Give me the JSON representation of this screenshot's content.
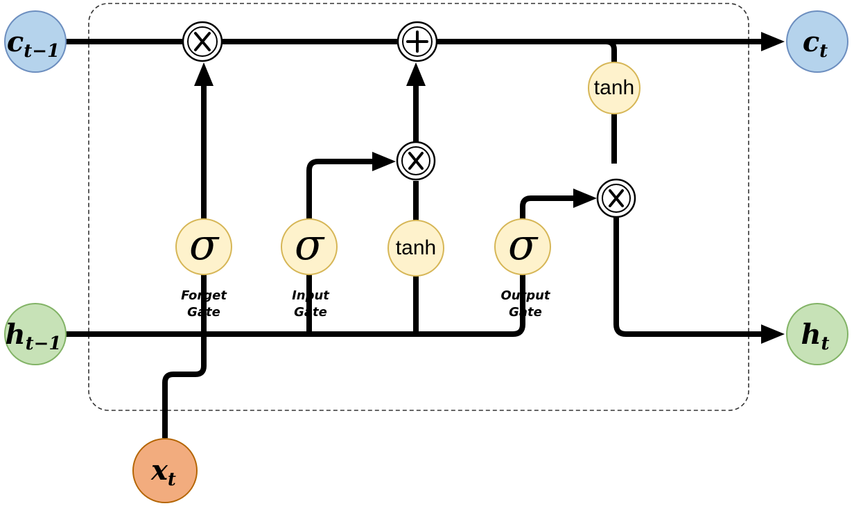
{
  "diagram": {
    "colors": {
      "cell_state": "#b5d3ec",
      "cell_state_stroke": "#6c8ebf",
      "hidden_state": "#c7e2b7",
      "hidden_state_stroke": "#82b366",
      "input": "#f2ac7e",
      "input_stroke": "#b46504",
      "activation": "#fef2cc",
      "activation_stroke": "#d6b656",
      "wire": "#000000"
    },
    "states": {
      "c_prev": {
        "base": "c",
        "sub": "t−1"
      },
      "c_next": {
        "base": "c",
        "sub": "t"
      },
      "h_prev": {
        "base": "h",
        "sub": "t−1"
      },
      "h_next": {
        "base": "h",
        "sub": "t"
      },
      "x": {
        "base": "x",
        "sub": "t"
      }
    },
    "activations": {
      "forget_sigma": "σ",
      "input_sigma": "σ",
      "candidate_tanh": "tanh",
      "output_sigma": "σ",
      "cell_tanh": "tanh"
    },
    "gate_labels": {
      "forget": [
        "Forget",
        "Gate"
      ],
      "input": [
        "Input",
        "Gate"
      ],
      "output": [
        "Output",
        "Gate"
      ]
    },
    "operators": {
      "forget_multiply": "multiply",
      "cell_add": "add",
      "input_multiply": "multiply",
      "output_multiply": "multiply"
    }
  }
}
